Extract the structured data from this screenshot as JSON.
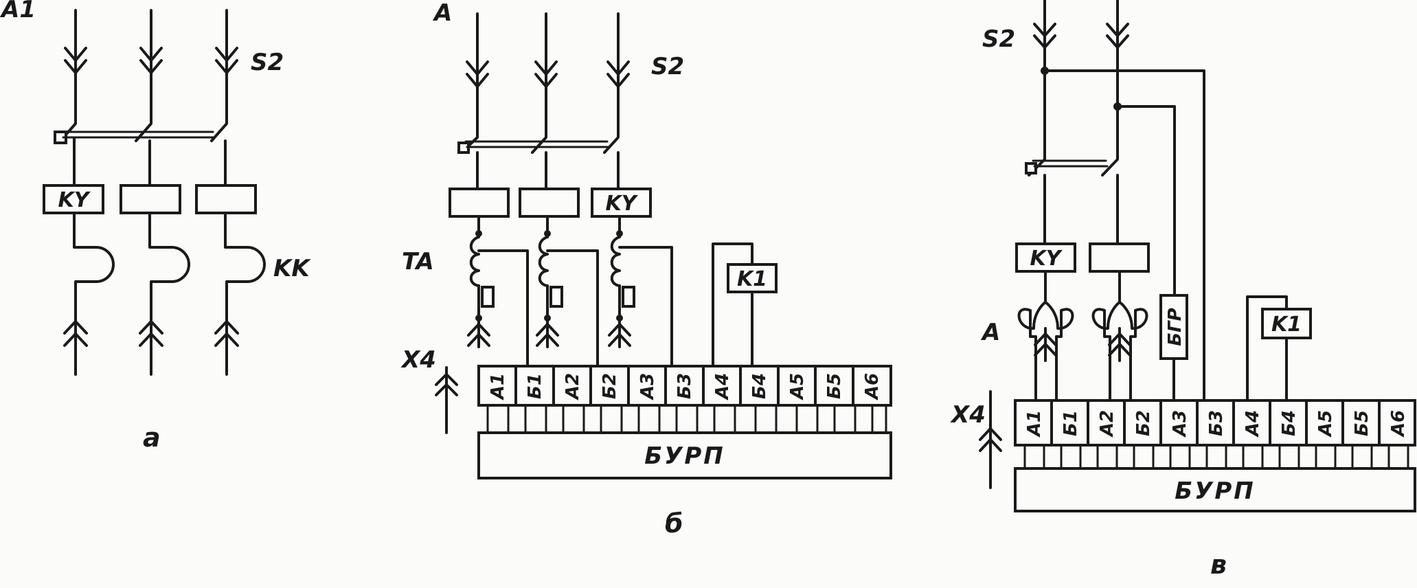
{
  "diagram_a": {
    "feed_label": "A1",
    "plug_label": "S2",
    "relay_label": "KY",
    "thermal_label": "KK",
    "caption": "а"
  },
  "diagram_b": {
    "feed_label": "A",
    "plug_label": "S2",
    "relay_label": "KY",
    "ct_label": "TA",
    "block_label": "K1",
    "connector_label": "X4",
    "terminals": [
      "А1",
      "Б1",
      "А2",
      "Б2",
      "А3",
      "Б3",
      "А4",
      "Б4",
      "А5",
      "Б5",
      "А6"
    ],
    "unit_label": "БУРП",
    "caption": "б"
  },
  "diagram_c": {
    "plug_label": "S2",
    "relay_label": "KY",
    "ct_label": "A",
    "bgr_label": "БГР",
    "block_label": "K1",
    "connector_label": "X4",
    "terminals": [
      "А1",
      "Б1",
      "А2",
      "Б2",
      "А3",
      "Б3",
      "А4",
      "Б4",
      "А5",
      "Б5",
      "А6"
    ],
    "unit_label": "БУРП",
    "caption": "в"
  }
}
